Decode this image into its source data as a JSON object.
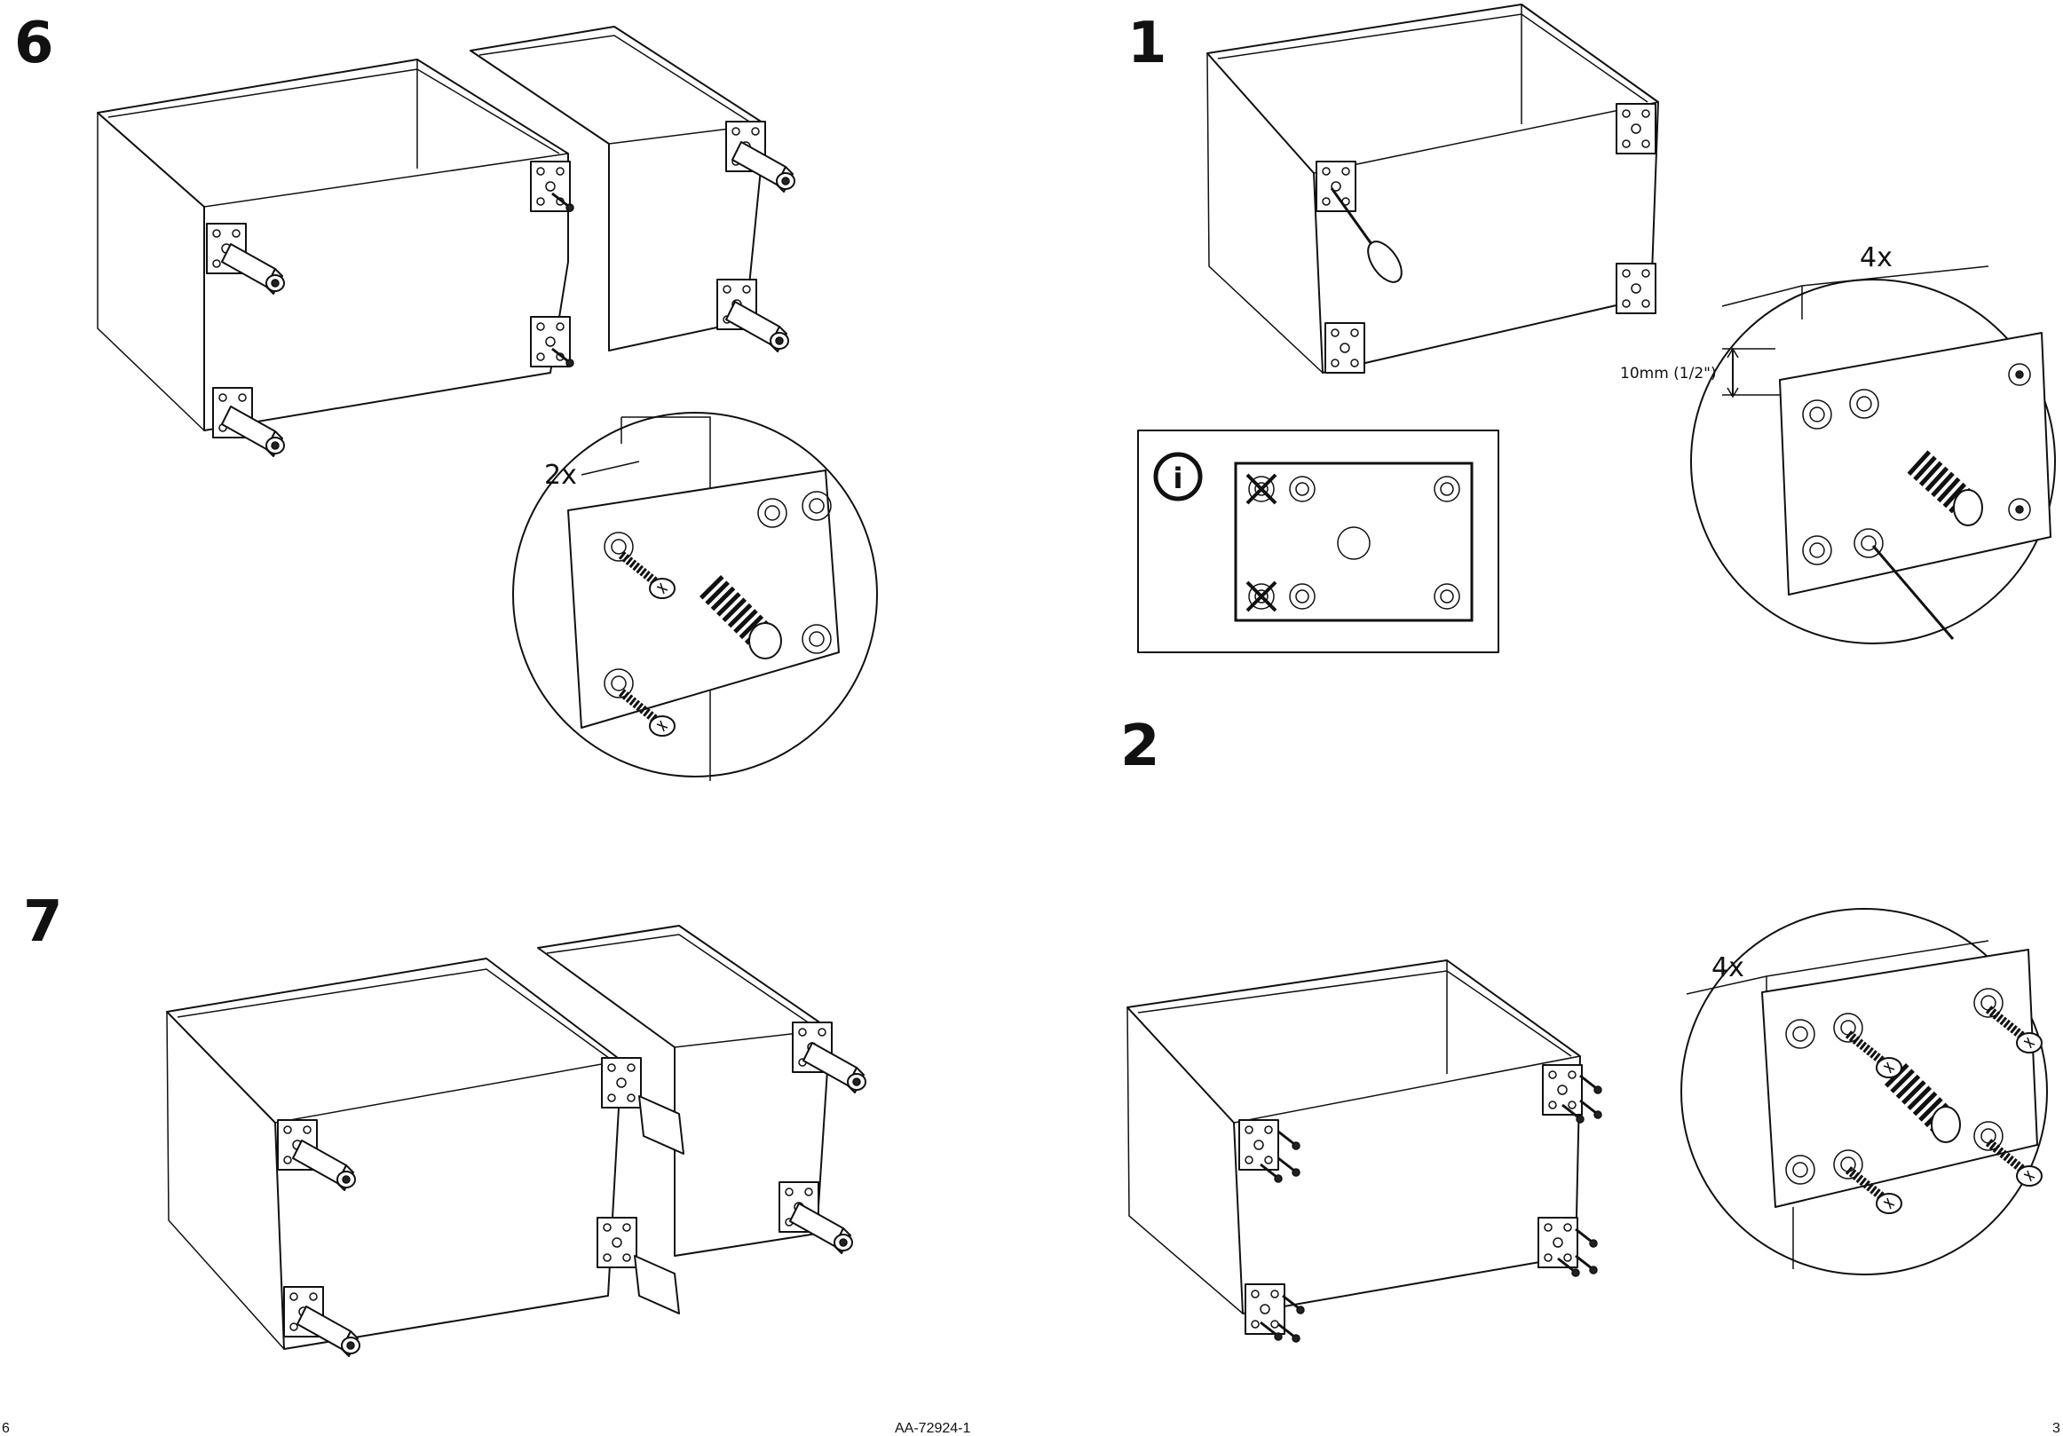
{
  "steps": {
    "s6": "6",
    "s7": "7",
    "s1": "1",
    "s2": "2"
  },
  "quantities": {
    "step6_detail": "2x",
    "step1_detail": "4x",
    "step2_detail": "4x"
  },
  "measurement": "10mm (1/2\")",
  "info_icon": "i",
  "footer": {
    "page_left": "6",
    "doc_code": "AA-72924-1",
    "page_right": "3"
  },
  "icons": [
    "info-icon",
    "screwdriver-icon",
    "screw-icon",
    "leg-icon",
    "mounting-plate-icon",
    "cross-mark-icon"
  ]
}
